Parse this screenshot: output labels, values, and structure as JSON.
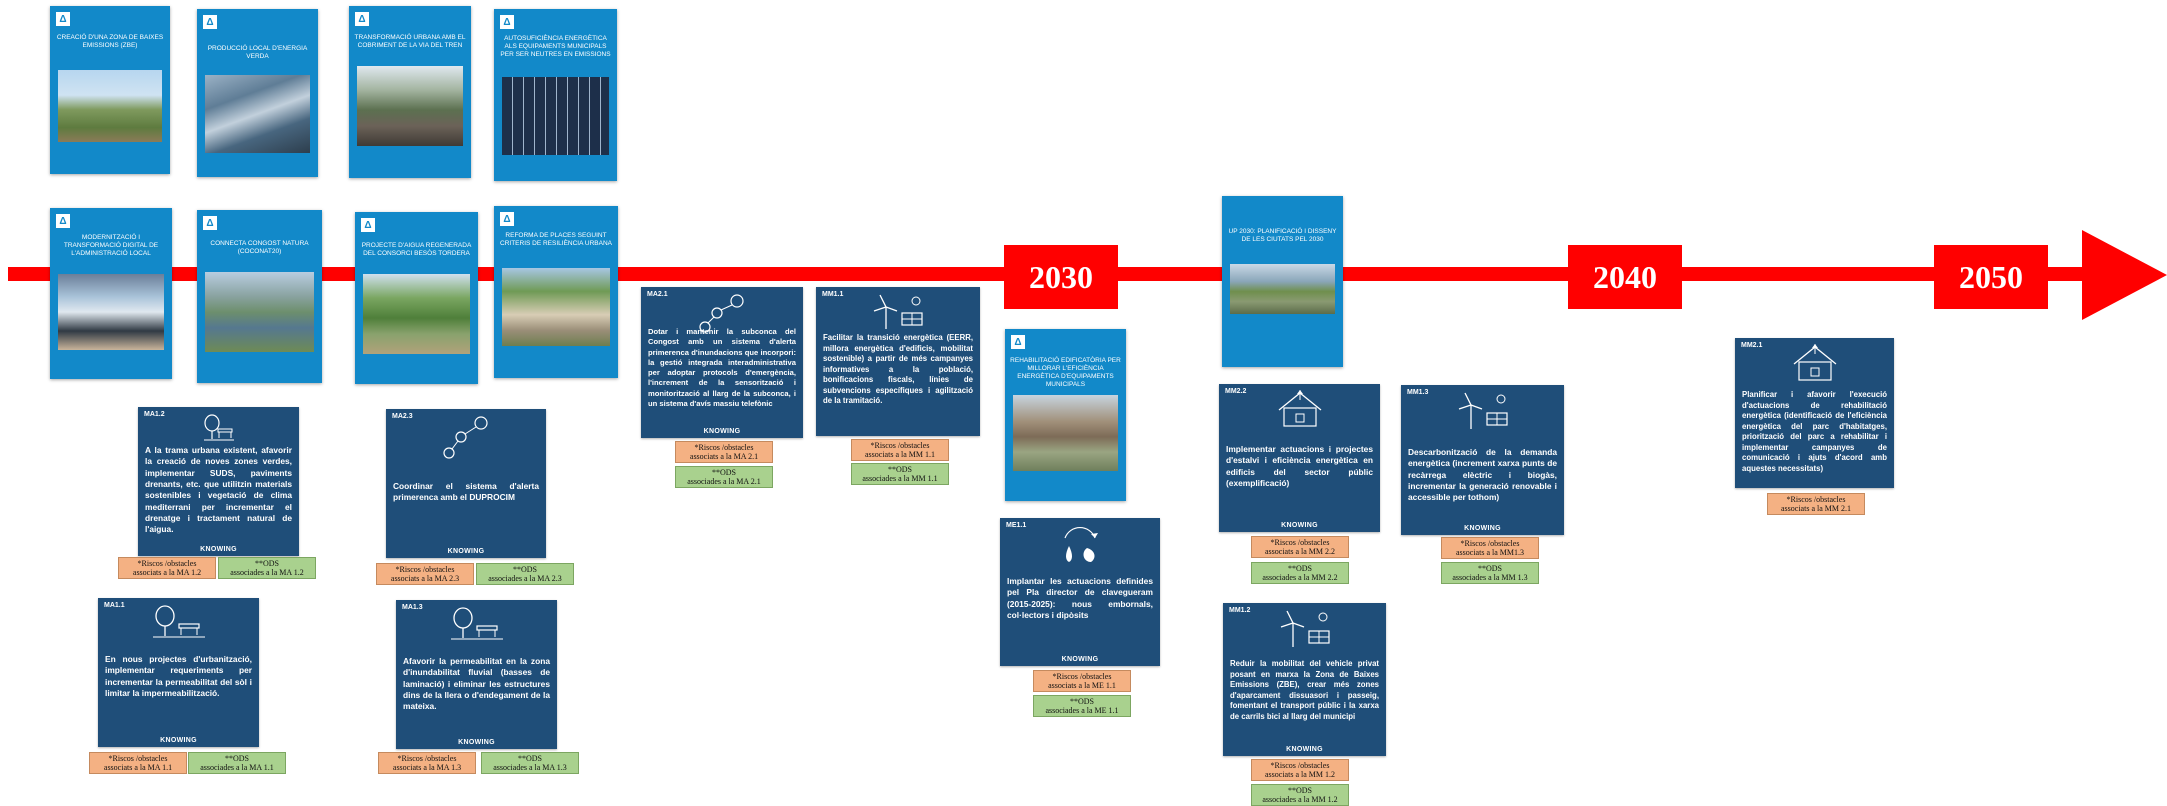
{
  "timeline": {
    "years": [
      "2030",
      "2040",
      "2050"
    ],
    "color": "#ff0000"
  },
  "posters": [
    {
      "title": "CREACIÓ D'UNA ZONA DE BAIXES EMISSIONS (ZBE)",
      "image": "photo-rural"
    },
    {
      "title": "PRODUCCIÓ LOCAL D'ENERGIA VERDA",
      "image": "photo-building"
    },
    {
      "title": "TRANSFORMACIÓ URBANA AMB EL COBRIMENT DE LA VIA DEL TREN",
      "image": "photo-rail"
    },
    {
      "title": "AUTOSUFICIÈNCIA ENERGÈTICA ALS EQUIPAMENTS MUNICIPALS PER SER NEUTRES EN EMISSIONS",
      "image": "photo-solar"
    },
    {
      "title": "MODERNITZACIÓ I TRANSFORMACIÓ DIGITAL DE L'ADMINISTRACIÓ LOCAL",
      "image": "photo-laptop"
    },
    {
      "title": "CONNECTA CONGOST NATURA (CoCoNat20)",
      "image": "photo-river"
    },
    {
      "title": "PROJECTE D'AIGUA REGENERADA DEL CONSORCI BESÒS TORDERA",
      "image": "photo-green"
    },
    {
      "title": "REFORMA DE PLACES SEGUINT CRITERIS DE RESILIÈNCIA URBANA",
      "image": "photo-park"
    },
    {
      "title": "REHABILITACIÓ EDIFICATÒRIA PER MILLORAR L'EFICIÈNCIA ENERGÈTICA D'EQUIPAMENTS MUNICIPALS",
      "image": "photo-school"
    },
    {
      "title": "UP 2030: PLANIFICACIÓ I DISSENY DE LES CIUTATS PEL 2030",
      "image": "photo-aerial"
    }
  ],
  "cards": [
    {
      "code": "MA1.2",
      "icon": "park-tree-bench-icon",
      "text": "A la trama urbana existent, afavorir la creació de noves zones verdes, implementar SUDS, paviments drenants, etc. que utilitzin materials sostenibles i vegetació de clima mediterrani per incrementar el drenatge i tractament natural de l'aigua.",
      "risk_line1": "*Riscos /obstacles",
      "risk_line2": "associats a la MA 1.2",
      "ods_line1": "**ODS",
      "ods_line2": "associades a la MA 1.2"
    },
    {
      "code": "MA1.1",
      "icon": "park-tree-bench-icon",
      "text": "En nous projectes d'urbanització, implementar requeriments per incrementar la permeabilitat del sòl i limitar la impermeabilització.",
      "risk_line1": "*Riscos /obstacles",
      "risk_line2": "associats a la MA 1.1",
      "ods_line1": "**ODS",
      "ods_line2": "associades a la MA 1.1"
    },
    {
      "code": "MA2.3",
      "icon": "network-nodes-icon",
      "text": "Coordinar el sistema d'alerta primerenca amb el DUPROCIM",
      "risk_line1": "*Riscos /obstacles",
      "risk_line2": "associats a la MA 2.3",
      "ods_line1": "**ODS",
      "ods_line2": "associades a la MA 2.3"
    },
    {
      "code": "MA1.3",
      "icon": "park-tree-bench-icon",
      "text": "Afavorir la permeabilitat en la zona d'inundabilitat fluvial (basses de laminació) i eliminar les estructures dins de la llera o d'endegament de la mateixa.",
      "risk_line1": "*Riscos /obstacles",
      "risk_line2": "associats a la MA 1.3",
      "ods_line1": "**ODS",
      "ods_line2": "associades a la MA 1.3"
    },
    {
      "code": "MA2.1",
      "icon": "network-nodes-icon",
      "text": "Dotar i mantenir la subconca del Congost amb un sistema d'alerta primerenca d'inundacions que incorpori: la gestió integrada interadministrativa per adoptar protocols d'emergència, l'increment de la sensorització i monitorització al llarg de la subconca, i un sistema d'avís massiu telefònic",
      "risk_line1": "*Riscos /obstacles",
      "risk_line2": "associats a la MA 2.1",
      "ods_line1": "**ODS",
      "ods_line2": "associades a la MA 2.1"
    },
    {
      "code": "MM1.1",
      "icon": "wind-solar-icon",
      "text": "Facilitar la transició energètica (EERR, millora energètica d'edificis, mobilitat sostenible) a partir de més campanyes informatives a la població, bonificacions fiscals, línies de subvencions específiques i agilització de la tramitació.",
      "risk_line1": "*Riscos /obstacles",
      "risk_line2": "associats a la MM 1.1",
      "ods_line1": "**ODS",
      "ods_line2": "associades a la MM 1.1"
    },
    {
      "code": "ME1.1",
      "icon": "water-cycle-icon",
      "text": "Implantar les actuacions definides pel Pla director de clavegueram (2015-2025): nous embornals, col·lectors i dipòsits",
      "risk_line1": "*Riscos /obstacles",
      "risk_line2": "associats a la ME 1.1",
      "ods_line1": "**ODS",
      "ods_line2": "associades a la ME 1.1"
    },
    {
      "code": "MM2.2",
      "icon": "house-efficiency-icon",
      "text": "Implementar actuacions i projectes d'estalvi i eficiència energètica en edificis del sector públic (exemplificació)",
      "risk_line1": "*Riscos /obstacles",
      "risk_line2": "associats a la MM 2.2",
      "ods_line1": "**ODS",
      "ods_line2": "associades a la MM 2.2"
    },
    {
      "code": "MM1.2",
      "icon": "wind-solar-icon",
      "text": "Reduir la mobilitat del vehicle privat posant en marxa la Zona de Baixes Emissions (ZBE), crear més zones d'aparcament dissuasori i passeig, fomentant el transport públic i la xarxa de carrils bici al llarg del municipi",
      "risk_line1": "*Riscos /obstacles",
      "risk_line2": "associats a la MM 1.2",
      "ods_line1": "**ODS",
      "ods_line2": "associades a la MM 1.2"
    },
    {
      "code": "MM1.3",
      "icon": "wind-solar-icon",
      "text": "Descarbonització de la demanda energètica (increment xarxa punts de recàrrega elèctric i biogàs, incrementar la generació renovable i accessible per tothom)",
      "risk_line1": "*Riscos /obstacles",
      "risk_line2": "associats a la MM1.3",
      "ods_line1": "**ODS",
      "ods_line2": "associades a la MM 1.3"
    },
    {
      "code": "MM2.1",
      "icon": "house-efficiency-icon",
      "text": "Planificar i afavorir l'execució d'actuacions de rehabilitació energètica (identificació de l'eficiència energètica del parc d'habitatges, priorització del parc a rehabilitar i implementar campanyes de comunicació i ajuts d'acord amb aquestes necessitats)",
      "risk_line1": "*Riscos /obstacles",
      "risk_line2": "associats a la MM 2.1"
    }
  ],
  "card_logo_text": "KNOWING",
  "colors": {
    "poster": "#1289c9",
    "card": "#1f4e79",
    "risk": "#f4b183",
    "ods": "#a9d18e"
  }
}
